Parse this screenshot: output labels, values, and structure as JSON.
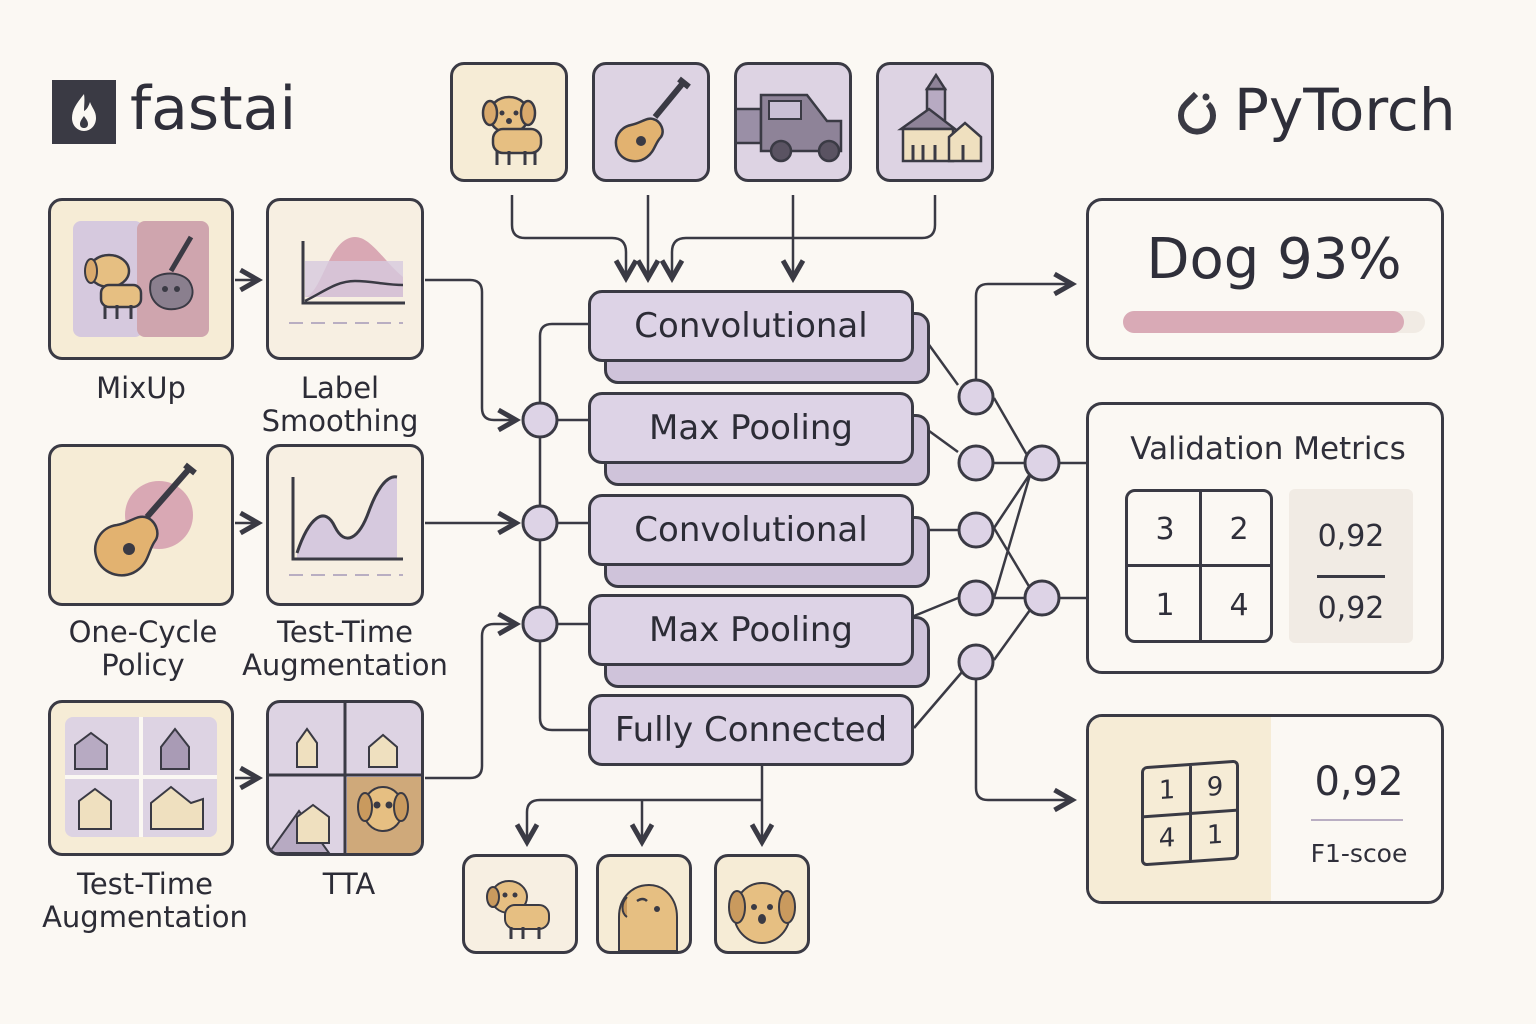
{
  "brand": {
    "left": "fastai",
    "right": "PyTorch"
  },
  "inputs": [
    {
      "icon": "dog-icon"
    },
    {
      "icon": "guitar-icon"
    },
    {
      "icon": "truck-icon"
    },
    {
      "icon": "church-icon"
    }
  ],
  "techniques": {
    "mixup": "MixUp",
    "label_smoothing": "Label\nSmoothing",
    "one_cycle": "One-Cycle\nPolicy",
    "tta_mid": "Test-Time\nAugmentation",
    "tta_full": "Test-Time\nAugmentation",
    "tta": "TTA"
  },
  "layers": [
    "Convolutional",
    "Max Pooling",
    "Convolutional",
    "Max Pooling",
    "Fully Connected"
  ],
  "prediction": {
    "label": "Dog 93%",
    "confidence": 0.93
  },
  "validation": {
    "title": "Validation Metrics",
    "matrix": [
      "3",
      "2",
      "1",
      "4"
    ],
    "score_top": "0,92",
    "score_bottom": "0,92"
  },
  "f1_panel": {
    "matrix": [
      "1",
      "9",
      "4",
      "1"
    ],
    "score": "0,92",
    "label": "F1-scoe"
  },
  "colors": {
    "lavender": "#ddd3e6",
    "cream": "#f6ecd6",
    "rose": "#d9a8b4",
    "ink": "#3a3a44"
  }
}
